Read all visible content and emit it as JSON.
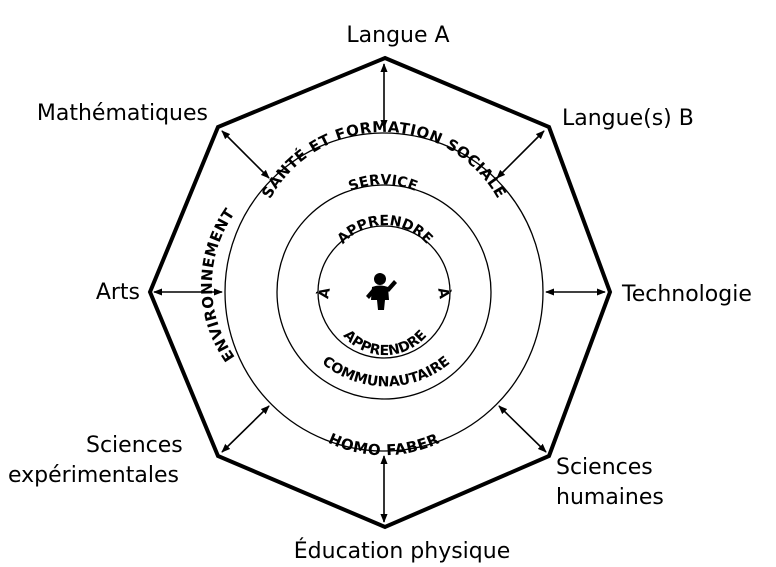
{
  "subjects": {
    "top": "Langue A",
    "top_right": "Langue(s) B",
    "right": "Technologie",
    "bottom_right_line1": "Sciences",
    "bottom_right_line2": "humaines",
    "bottom": "Éducation physique",
    "bottom_left_line1": "Sciences",
    "bottom_left_line2": "expérimentales",
    "left": "Arts",
    "top_left": "Mathématiques"
  },
  "areas": {
    "top": "SANTÉ ET FORMATION SOCIALE",
    "left": "ENVIRONNEMENT",
    "bottom": "HOMO FABER",
    "inner_top": "SERVICE",
    "inner_bottom": "COMMUNAUTAIRE"
  },
  "center": {
    "top": "APPRENDRE",
    "bottom": "APPRENDRE",
    "left": "À",
    "right": "À"
  },
  "colors": {
    "stroke": "#000000",
    "background": "#ffffff"
  },
  "icons": {
    "center": "learner-figure-icon"
  }
}
